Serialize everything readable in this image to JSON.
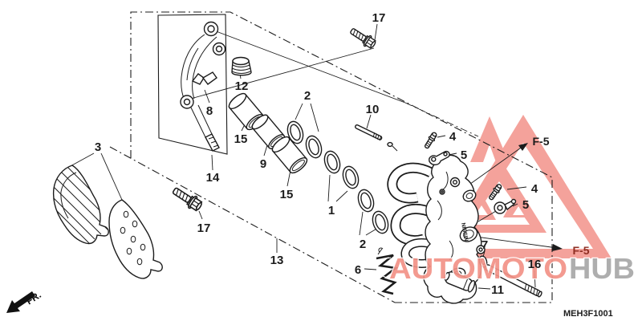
{
  "diagram": {
    "part_code": "MEH3F1001",
    "fr_label": "FR.",
    "brand_stamp": "NISSIN",
    "callouts": {
      "c17_top": "17",
      "c12": "12",
      "c8": "8",
      "c15_upper": "15",
      "c9": "9",
      "c15_lower": "15",
      "c2_upper": "2",
      "c10": "10",
      "c1": "1",
      "c2_lower": "2",
      "c3": "3",
      "c14": "14",
      "c17_bottom": "17",
      "c13": "13",
      "c4_upper": "4",
      "c5_upper": "5",
      "c4_lower": "4",
      "c5_lower": "5",
      "c6": "6",
      "c7": "7",
      "c11": "11",
      "c16": "16",
      "f5_upper": "F-5",
      "f5_lower": "F-5"
    },
    "watermark": {
      "text_red": "AUTOMOTO",
      "text_gray": "HUB",
      "color_red": "#f29287",
      "color_gray": "#a8a8a8"
    },
    "colors": {
      "line": "#1c1c1c",
      "background": "#ffffff",
      "f5_upper": "#1c1c1c",
      "f5_lower": "#8f2f23"
    }
  }
}
